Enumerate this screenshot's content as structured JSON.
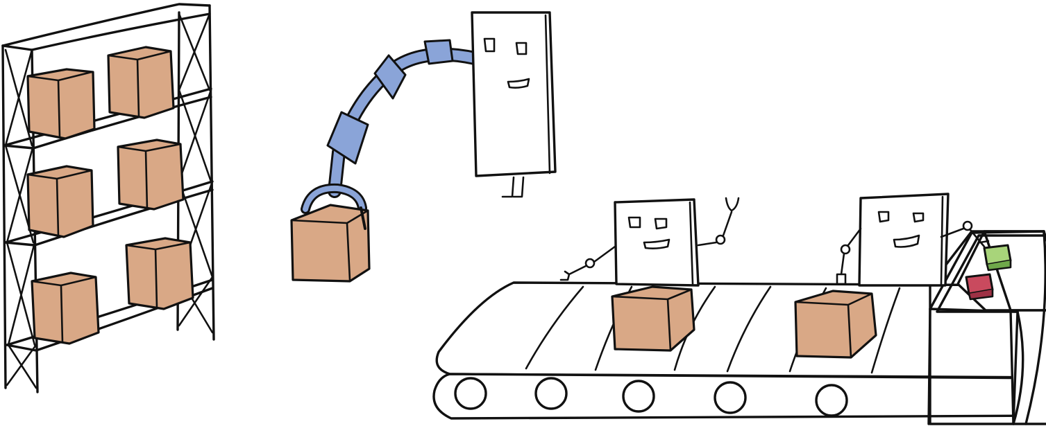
{
  "colors": {
    "box": "#d9a886",
    "box_shadow": "#c98f68",
    "arm": "#8aa4d8",
    "button_green": "#a8d47a",
    "button_red": "#c94a5e",
    "ink": "#111111"
  },
  "icons": [
    "storage-shelf",
    "box",
    "robot-arm",
    "robot",
    "conveyor-belt",
    "control-panel"
  ]
}
